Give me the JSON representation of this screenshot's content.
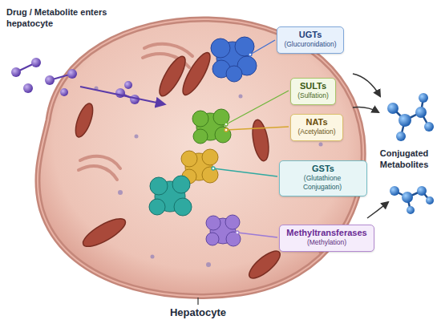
{
  "diagram": {
    "nodes": [
      {
        "text": [
          "UGTs",
          "(Glucuronidation)"
        ]
      },
      {
        "text": [
          "SULTs",
          "(Sulfation)"
        ]
      },
      {
        "text": [
          "NATs",
          "(Acetylation)"
        ]
      },
      {
        "text": [
          "GSTs",
          "(Glutathione Conjugation)"
        ]
      },
      {
        "text": [
          "Methyltransferases",
          "(Methylation)"
        ]
      }
    ],
    "labels": [
      "Drug / Metabolite enters hepatocyte",
      "Conjugated Metabolites",
      "Hepatocyte"
    ]
  }
}
